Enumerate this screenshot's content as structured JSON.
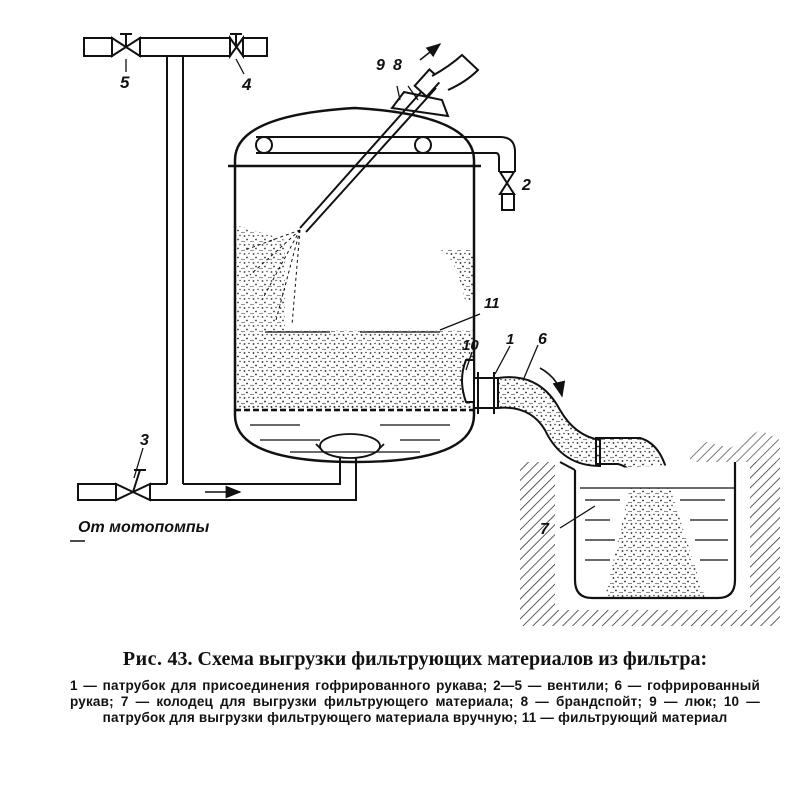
{
  "diagram": {
    "labels": {
      "n1": "1",
      "n2": "2",
      "n3": "3",
      "n4": "4",
      "n5": "5",
      "n6": "6",
      "n7": "7",
      "n8": "8",
      "n9": "9",
      "n10": "10",
      "n11": "11"
    },
    "source_label": "От мотопомпы"
  },
  "caption": {
    "label": "Рис.",
    "number": "43.",
    "title": "Схема выгрузки фильтрующих материалов из фильтра:",
    "legend": "1 — патрубок для присоединения гофрированного рукава; 2—5 — вентили; 6 — гофрированный рукав; 7 — колодец для выгрузки фильтрующего материала; 8 — брандспойт; 9 — люк; 10 — патрубок для выгрузки фильтрующего материала вручную; 11 — фильтрующий материал"
  }
}
